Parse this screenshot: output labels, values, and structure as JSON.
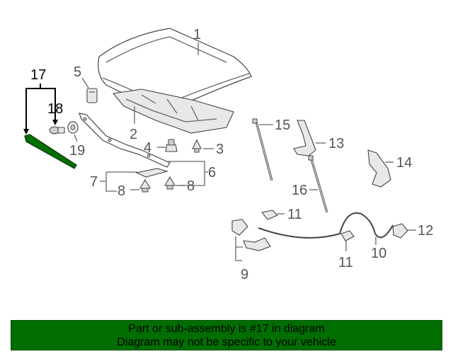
{
  "callouts": {
    "c1": "1",
    "c2": "2",
    "c3": "3",
    "c4": "4",
    "c5": "5",
    "c6": "6",
    "c7": "7",
    "c8a": "8",
    "c8b": "8",
    "c9": "9",
    "c10": "10",
    "c11a": "11",
    "c11b": "11",
    "c12": "12",
    "c13": "13",
    "c14": "14",
    "c15": "15",
    "c16": "16",
    "c17": "17",
    "c18": "18",
    "c19": "19"
  },
  "banner": {
    "line1": "Part or sub-assembly is #17 in diagram",
    "line2": "Diagram may not be specific to your vehicle",
    "background": "#006e00"
  },
  "colors": {
    "highlight_part": "#006e00",
    "line": "#666666"
  }
}
